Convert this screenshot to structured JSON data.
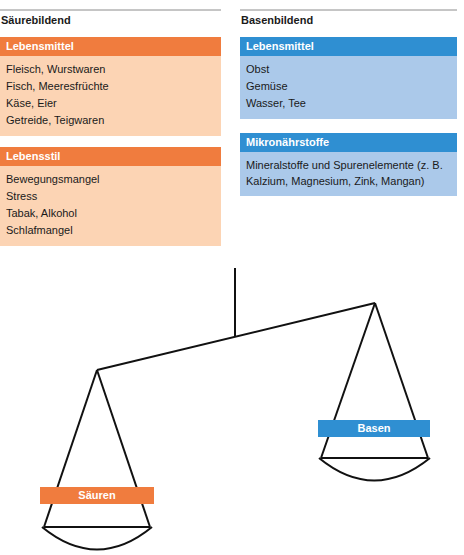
{
  "diagram": {
    "nodes": [
      {
        "text": [
          "Lebensmittel",
          "Fleisch, Wurstwaren",
          "Fisch, Meeresfrüchte",
          "Käse, Eier",
          "Getreide, Teigwaren"
        ]
      },
      {
        "text": [
          "Lebensstil",
          "Bewegungsmangel",
          "Stress",
          "Tabak, Alkohol",
          "Schlafmangel"
        ]
      },
      {
        "text": [
          "Lebensmittel",
          "Obst",
          "Gemüse",
          "Wasser, Tee"
        ]
      },
      {
        "text": [
          "Mikronährstoffe",
          "Mineralstoffe und Spurenelemente (z. B. Kalzium, Magnesium, Zink, Mangan)"
        ]
      },
      {
        "text": [
          "Säuren"
        ]
      },
      {
        "text": [
          "Basen"
        ]
      }
    ],
    "labels": [
      "Säurebildend",
      "Basenbildend"
    ]
  }
}
